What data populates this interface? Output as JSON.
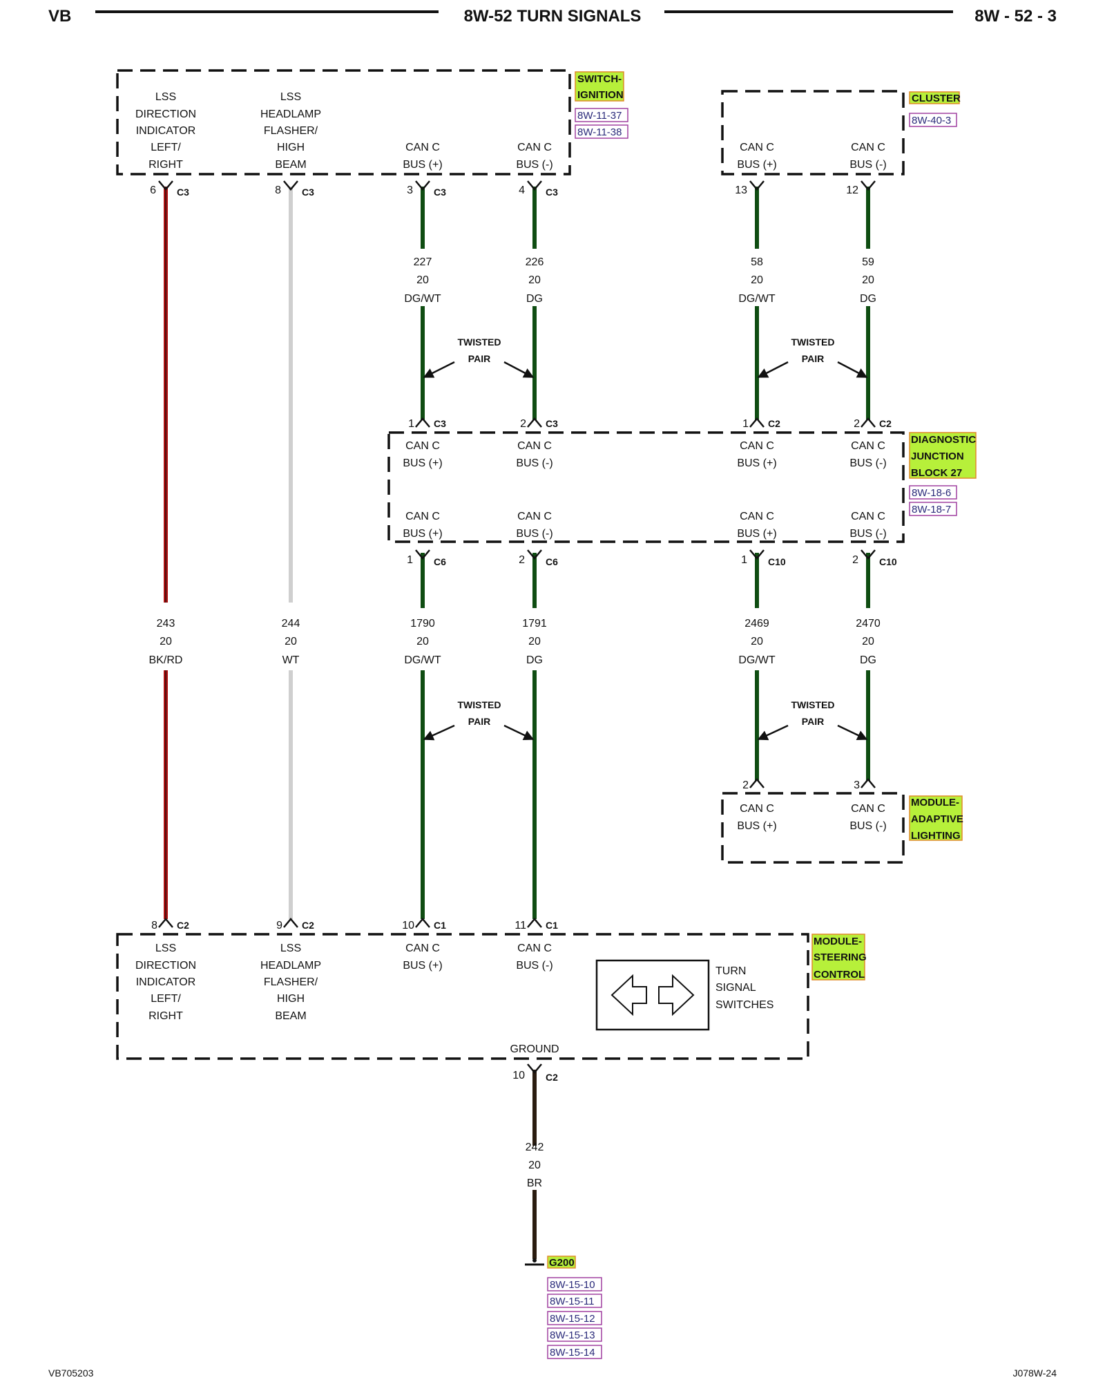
{
  "header": {
    "left": "VB",
    "title": "8W-52 TURN SIGNALS",
    "right": "8W - 52 - 3"
  },
  "footer": {
    "left": "VB705203",
    "right": "J078W-24"
  },
  "colors": {
    "wire_bk_rd": "#b01010",
    "wire_wt": "#cfcfcf",
    "wire_dg": "#0f4d12",
    "wire_br": "#2a1c10",
    "tag_fill": "#b7f03a",
    "tag_border": "#e08a2a",
    "ref_border": "#a040a0"
  },
  "components": {
    "switch_ignition": {
      "name_lines": [
        "SWITCH-",
        "IGNITION"
      ],
      "refs": [
        "8W-11-37",
        "8W-11-38"
      ],
      "pins": {
        "lss_dir": [
          "LSS",
          "DIRECTION",
          "INDICATOR",
          "LEFT/",
          "RIGHT"
        ],
        "lss_head": [
          "LSS",
          "HEADLAMP",
          "FLASHER/",
          "HIGH",
          "BEAM"
        ],
        "canp": [
          "CAN C",
          "BUS (+)"
        ],
        "canm": [
          "CAN C",
          "BUS (-)"
        ]
      }
    },
    "cluster": {
      "name_lines": [
        "CLUSTER"
      ],
      "refs": [
        "8W-40-3"
      ],
      "pins": {
        "canp": [
          "CAN C",
          "BUS (+)"
        ],
        "canm": [
          "CAN C",
          "BUS (-)"
        ]
      }
    },
    "djb": {
      "name_lines": [
        "DIAGNOSTIC",
        "JUNCTION",
        "BLOCK 27"
      ],
      "refs": [
        "8W-18-6",
        "8W-18-7"
      ],
      "top": {
        "a": [
          "CAN C",
          "BUS (+)"
        ],
        "b": [
          "CAN C",
          "BUS (-)"
        ],
        "c": [
          "CAN C",
          "BUS (+)"
        ],
        "d": [
          "CAN C",
          "BUS (-)"
        ]
      },
      "bottom": {
        "a": [
          "CAN C",
          "BUS (+)"
        ],
        "b": [
          "CAN C",
          "BUS (-)"
        ],
        "c": [
          "CAN C",
          "BUS (+)"
        ],
        "d": [
          "CAN C",
          "BUS (-)"
        ]
      }
    },
    "adaptive": {
      "name_lines": [
        "MODULE-",
        "ADAPTIVE",
        "LIGHTING"
      ],
      "pins": {
        "canp": [
          "CAN C",
          "BUS (+)"
        ],
        "canm": [
          "CAN C",
          "BUS (-)"
        ]
      }
    },
    "steering": {
      "name_lines": [
        "MODULE-",
        "STEERING",
        "CONTROL"
      ],
      "pins": {
        "lss_dir": [
          "LSS",
          "DIRECTION",
          "INDICATOR",
          "LEFT/",
          "RIGHT"
        ],
        "lss_head": [
          "LSS",
          "HEADLAMP",
          "FLASHER/",
          "HIGH",
          "BEAM"
        ],
        "canp": [
          "CAN C",
          "BUS (+)"
        ],
        "canm": [
          "CAN C",
          "BUS (-)"
        ]
      },
      "switch_lines": [
        "TURN",
        "SIGNAL",
        "SWITCHES"
      ],
      "ground": "GROUND"
    },
    "g200": {
      "name": "G200",
      "refs": [
        "8W-15-10",
        "8W-15-11",
        "8W-15-12",
        "8W-15-13",
        "8W-15-14"
      ]
    }
  },
  "twisted_pair": [
    "TWISTED",
    "PAIR"
  ],
  "connectors": {
    "s1": {
      "pin": "6",
      "conn": "C3"
    },
    "s2": {
      "pin": "8",
      "conn": "C3"
    },
    "s3": {
      "pin": "3",
      "conn": "C3"
    },
    "s4": {
      "pin": "4",
      "conn": "C3"
    },
    "c1": {
      "pin": "13",
      "conn": ""
    },
    "c2": {
      "pin": "12",
      "conn": ""
    },
    "d1": {
      "pin": "1",
      "conn": "C3"
    },
    "d2": {
      "pin": "2",
      "conn": "C3"
    },
    "d3": {
      "pin": "1",
      "conn": "C2"
    },
    "d4": {
      "pin": "2",
      "conn": "C2"
    },
    "e1": {
      "pin": "1",
      "conn": "C6"
    },
    "e2": {
      "pin": "2",
      "conn": "C6"
    },
    "e3": {
      "pin": "1",
      "conn": "C10"
    },
    "e4": {
      "pin": "2",
      "conn": "C10"
    },
    "a1": {
      "pin": "2",
      "conn": ""
    },
    "a2": {
      "pin": "3",
      "conn": ""
    },
    "m1": {
      "pin": "8",
      "conn": "C2"
    },
    "m2": {
      "pin": "9",
      "conn": "C2"
    },
    "m3": {
      "pin": "10",
      "conn": "C1"
    },
    "m4": {
      "pin": "11",
      "conn": "C1"
    },
    "g": {
      "pin": "10",
      "conn": "C2"
    }
  },
  "wires": {
    "w227": {
      "circuit": "227",
      "gauge": "20",
      "color": "DG/WT"
    },
    "w226": {
      "circuit": "226",
      "gauge": "20",
      "color": "DG"
    },
    "w58": {
      "circuit": "58",
      "gauge": "20",
      "color": "DG/WT"
    },
    "w59": {
      "circuit": "59",
      "gauge": "20",
      "color": "DG"
    },
    "w243": {
      "circuit": "243",
      "gauge": "20",
      "color": "BK/RD"
    },
    "w244": {
      "circuit": "244",
      "gauge": "20",
      "color": "WT"
    },
    "w1790": {
      "circuit": "1790",
      "gauge": "20",
      "color": "DG/WT"
    },
    "w1791": {
      "circuit": "1791",
      "gauge": "20",
      "color": "DG"
    },
    "w2469": {
      "circuit": "2469",
      "gauge": "20",
      "color": "DG/WT"
    },
    "w2470": {
      "circuit": "2470",
      "gauge": "20",
      "color": "DG"
    },
    "w242": {
      "circuit": "242",
      "gauge": "20",
      "color": "BR"
    }
  }
}
